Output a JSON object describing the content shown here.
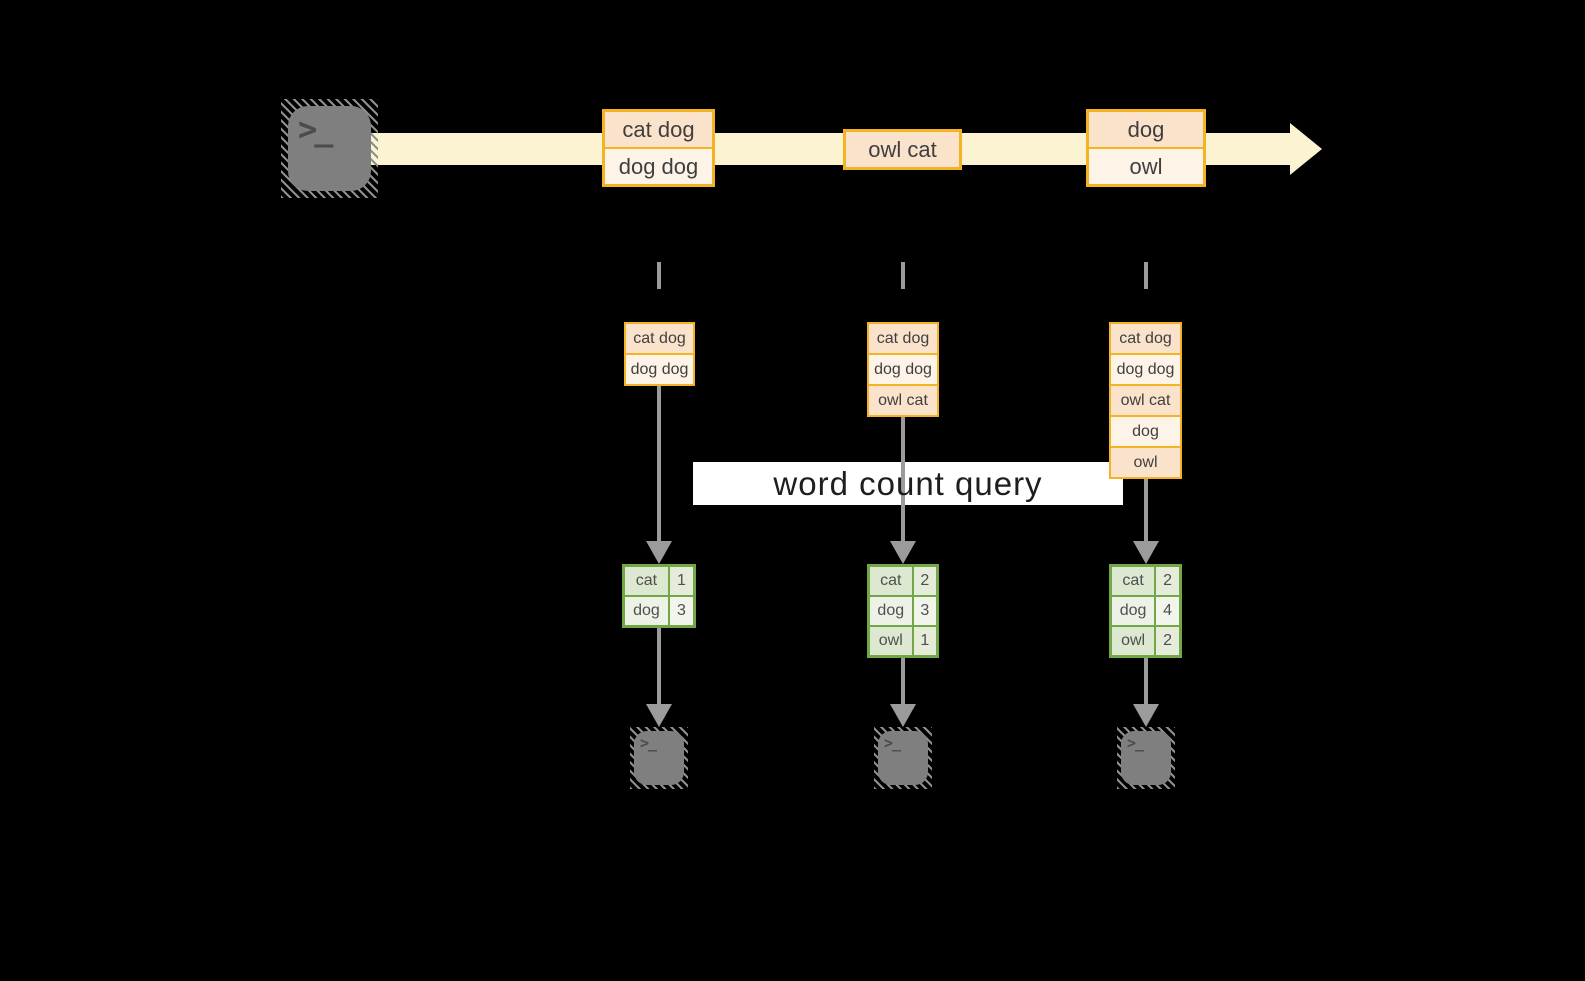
{
  "query_label": "word count query",
  "terminal_prompt": ">_",
  "stream_batches": [
    {
      "lines": [
        "cat dog",
        "dog dog"
      ]
    },
    {
      "lines": [
        "owl cat"
      ]
    },
    {
      "lines": [
        "dog",
        "owl"
      ]
    }
  ],
  "columns": [
    {
      "stack": [
        "cat dog",
        "dog dog"
      ],
      "table": [
        {
          "word": "cat",
          "count": "1"
        },
        {
          "word": "dog",
          "count": "3"
        }
      ]
    },
    {
      "stack": [
        "cat dog",
        "dog dog",
        "owl cat"
      ],
      "table": [
        {
          "word": "cat",
          "count": "2"
        },
        {
          "word": "dog",
          "count": "3"
        },
        {
          "word": "owl",
          "count": "1"
        }
      ]
    },
    {
      "stack": [
        "cat dog",
        "dog dog",
        "owl cat",
        "dog",
        "owl"
      ],
      "table": [
        {
          "word": "cat",
          "count": "2"
        },
        {
          "word": "dog",
          "count": "4"
        },
        {
          "word": "owl",
          "count": "2"
        }
      ]
    }
  ],
  "colors": {
    "background": "#000000",
    "stream_yellow": "#FCF3D2",
    "orange_border": "#F2B324",
    "peach_dark": "#FBE3CB",
    "peach_light": "#FDF3E6",
    "green_border": "#73A646",
    "green_dark": "#DDE8D0",
    "green_dark_num": "#E5EDDA",
    "green_light": "#EDF2E7",
    "green_light_num": "#F1F5EC",
    "arrow_gray": "#9B9B9B",
    "terminal_gray": "#7F7F7F",
    "hatch_gray": "#8F8F8F",
    "glyph_gray": "#4B4B4B",
    "box_text": "#3F3F3F",
    "table_text": "#4F4F4F",
    "query_text": "#1E1E1E",
    "band_white": "#FFFFFF"
  }
}
